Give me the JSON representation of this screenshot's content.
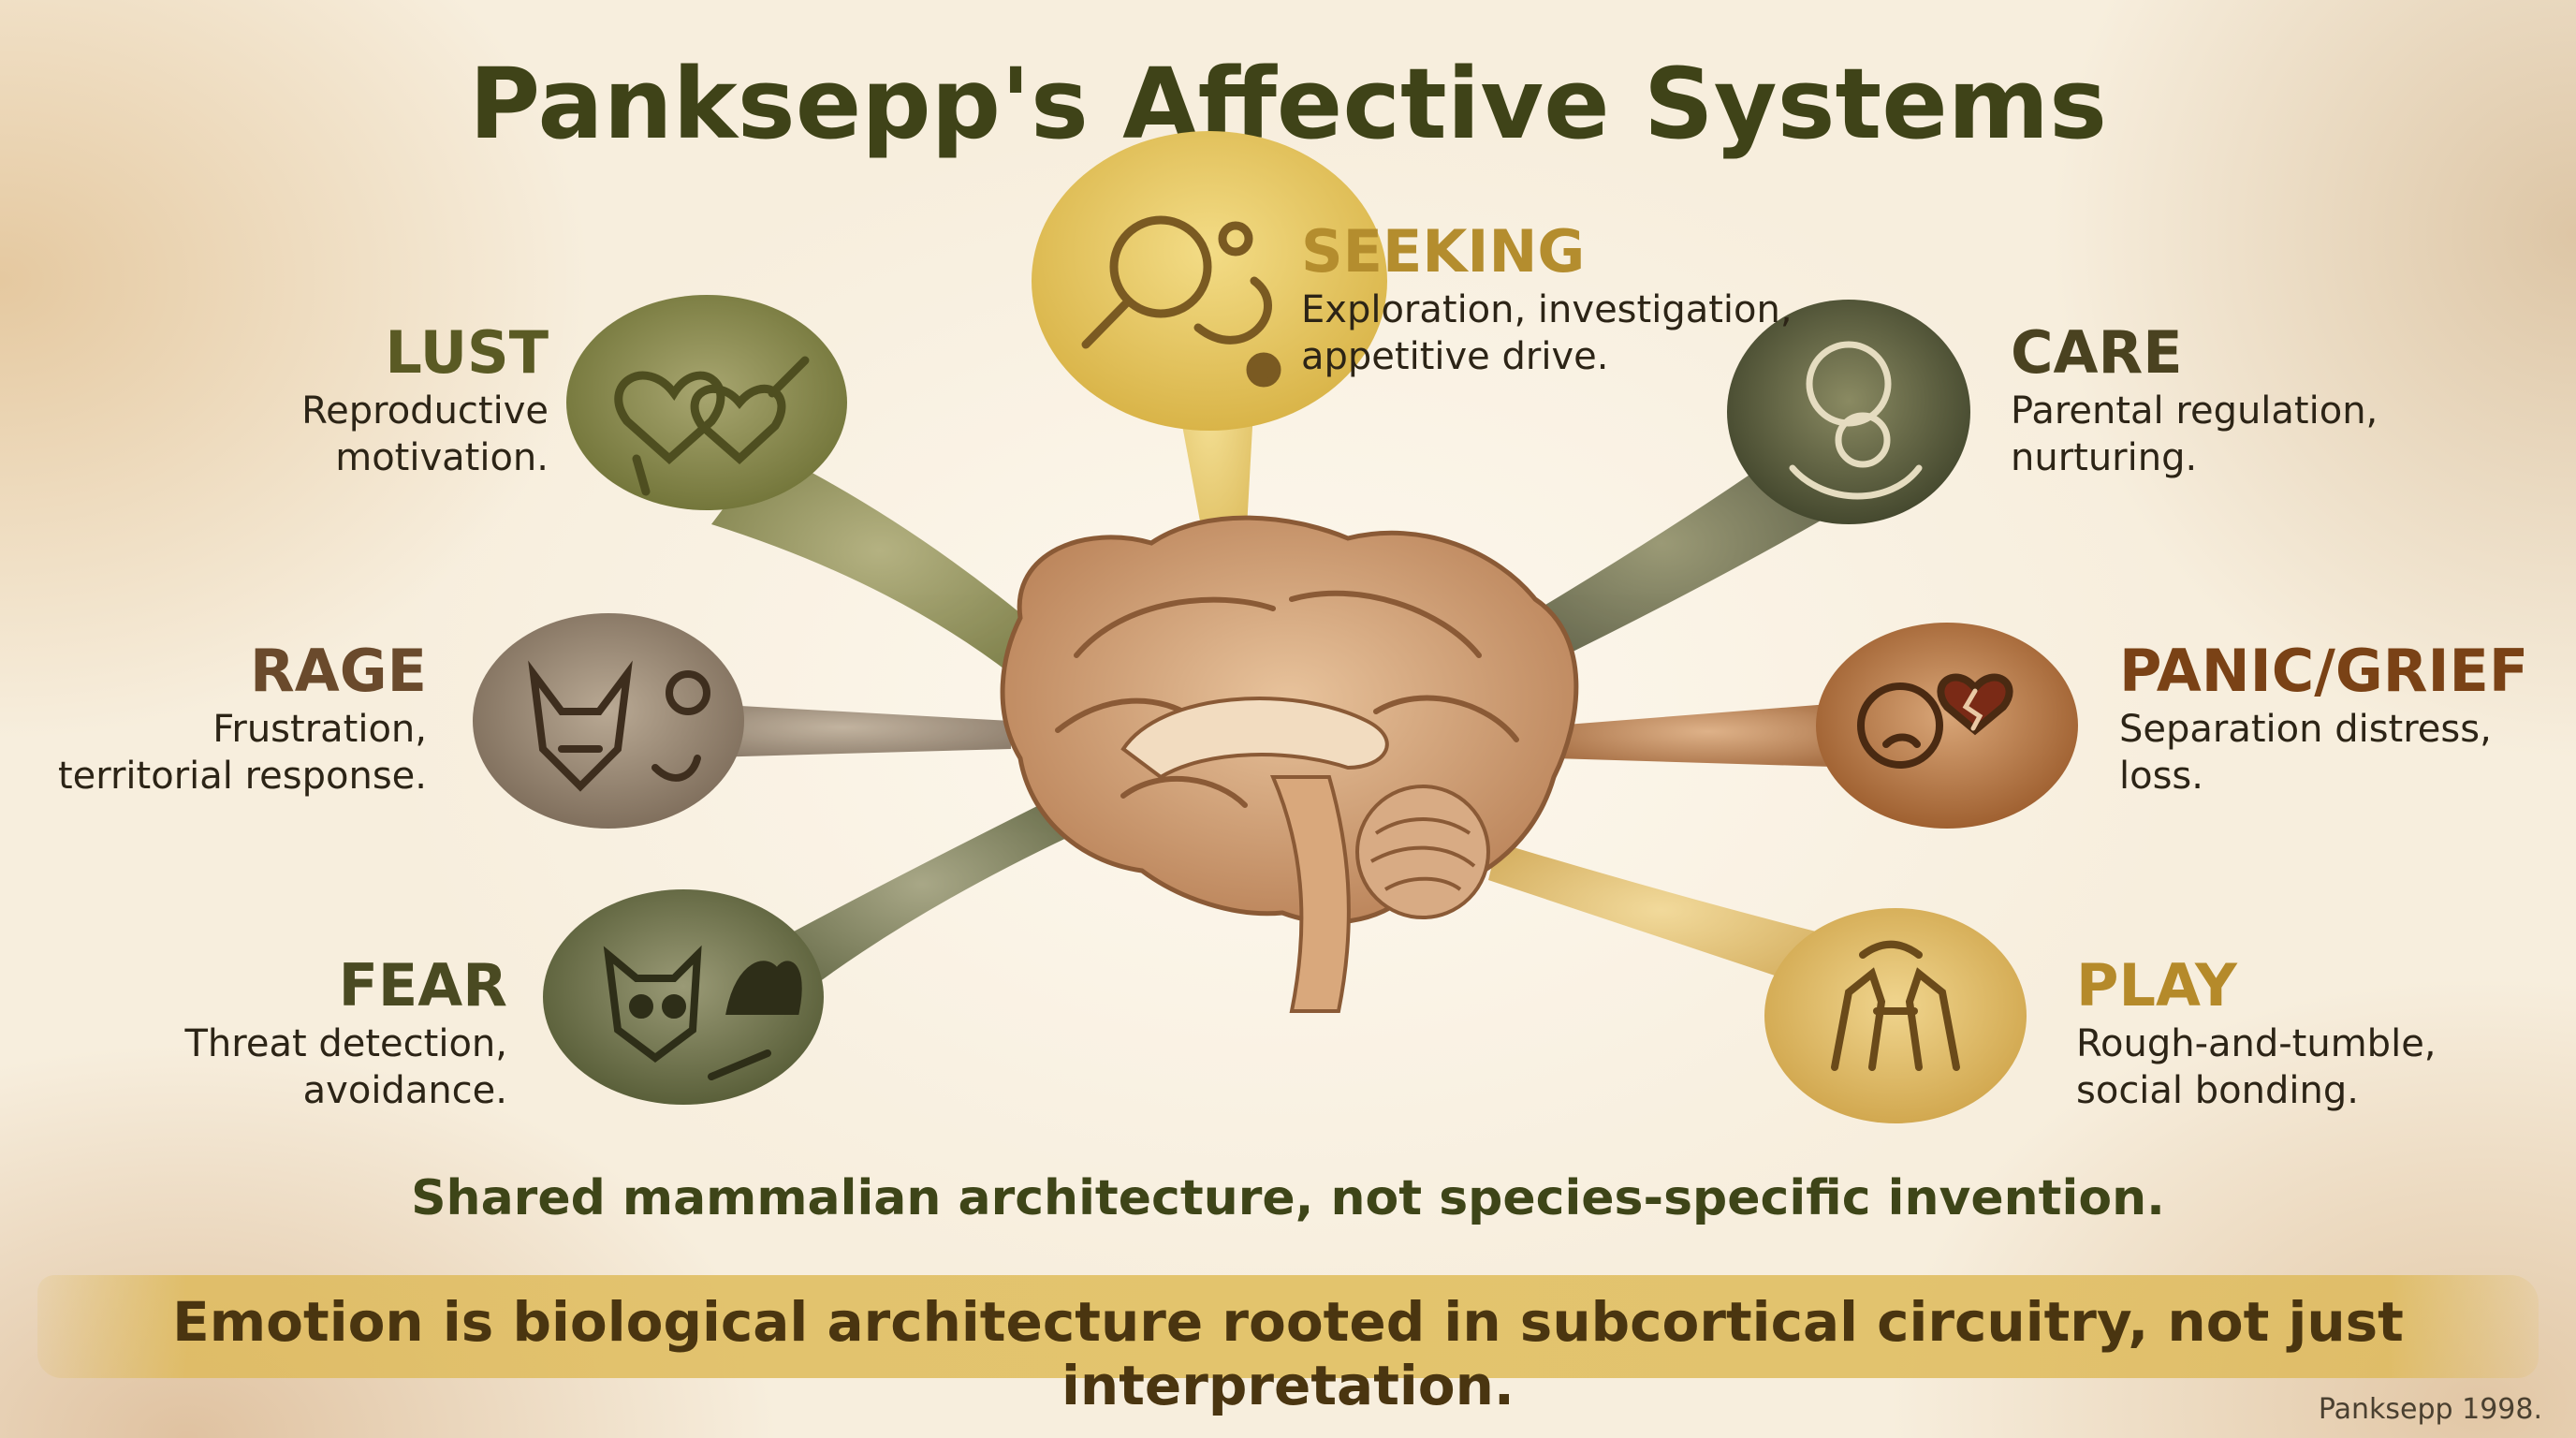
{
  "title": "Panksepp's Affective Systems",
  "systems": {
    "seeking": {
      "name": "SEEKING",
      "desc": [
        "Exploration, investigation,",
        "appetitive drive."
      ],
      "color": "#b48d2e"
    },
    "lust": {
      "name": "LUST",
      "desc": [
        "Reproductive",
        "motivation."
      ],
      "color": "#5a5a24"
    },
    "care": {
      "name": "CARE",
      "desc": [
        "Parental regulation,",
        "nurturing."
      ],
      "color": "#4a4220"
    },
    "rage": {
      "name": "RAGE",
      "desc": [
        "Frustration,",
        "territorial response."
      ],
      "color": "#6a4a2c"
    },
    "panic": {
      "name": "PANIC/GRIEF",
      "desc": [
        "Separation distress,",
        "loss."
      ],
      "color": "#7a4216"
    },
    "fear": {
      "name": "FEAR",
      "desc": [
        "Threat detection,",
        "avoidance."
      ],
      "color": "#4a4a22"
    },
    "play": {
      "name": "PLAY",
      "desc": [
        "Rough-and-tumble,",
        "social bonding."
      ],
      "color": "#b58a2a"
    }
  },
  "tagline": "Shared mammalian architecture, not species-specific invention.",
  "banner": "Emotion is biological architecture rooted in subcortical circuitry, not just interpretation.",
  "citation": "Panksepp 1998.",
  "icons": {
    "seeking": "magnifier-paw-icon",
    "lust": "hearts-gender-icon",
    "care": "bear-nest-icon",
    "rage": "snarling-wolf-icon",
    "panic": "sad-puppy-broken-heart-icon",
    "fear": "frightened-raccoon-icon",
    "play": "playing-foxes-icon"
  }
}
